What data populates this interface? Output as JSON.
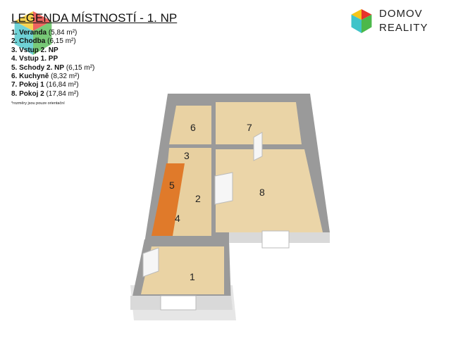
{
  "legend": {
    "title": "LEGENDA MÍSTNOSTÍ - 1. NP",
    "items": [
      {
        "name": "1. Veranda",
        "area": "(5,84 m²)"
      },
      {
        "name": "2. Chodba",
        "area": "(6,15 m²)"
      },
      {
        "name": "3. Vstup 2. NP",
        "area": ""
      },
      {
        "name": "4. Vstup 1. PP",
        "area": ""
      },
      {
        "name": "5. Schody 2. NP",
        "area": "(6,15 m²)"
      },
      {
        "name": "6. Kuchyně",
        "area": "(8,32 m²)"
      },
      {
        "name": "7. Pokoj 1",
        "area": "(16,84 m²)"
      },
      {
        "name": "8. Pokoj 2",
        "area": "(17,84 m²)"
      }
    ],
    "note": "*rozměry jsou pouze orientační"
  },
  "logo": {
    "line1": "DOMOV",
    "line2": "REALITY",
    "colors": {
      "yellow": "#f5c518",
      "red": "#e8322c",
      "teal": "#3fc4c9",
      "green": "#4cb84a"
    }
  },
  "rooms": {
    "r1": "1",
    "r2": "2",
    "r3": "3",
    "r4": "4",
    "r5": "5",
    "r6": "6",
    "r7": "7",
    "r8": "8"
  }
}
